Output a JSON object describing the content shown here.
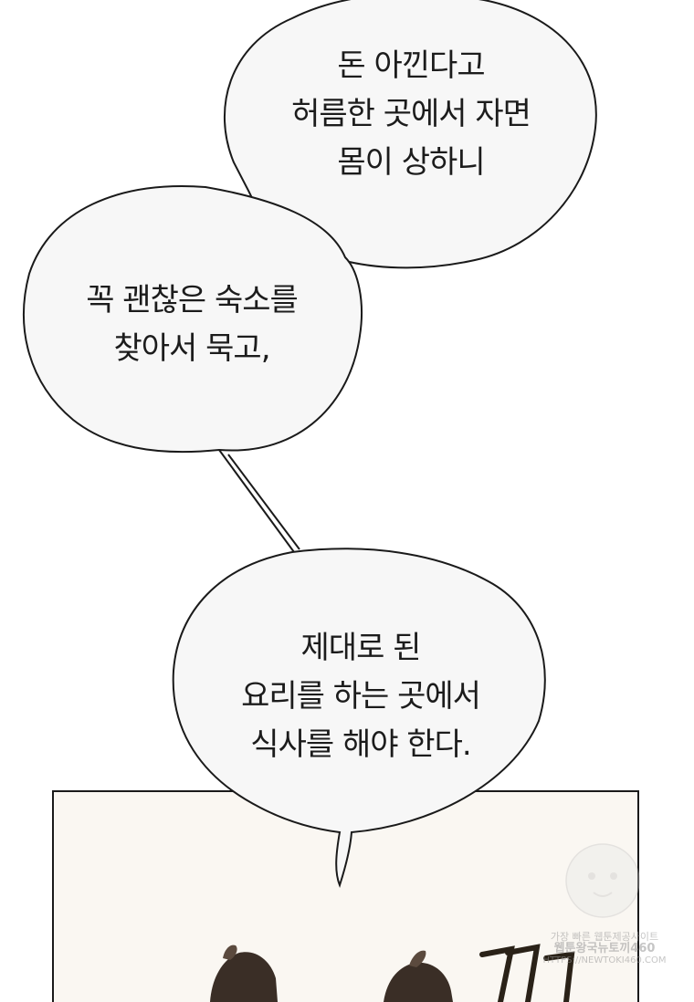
{
  "bubbles": {
    "top": {
      "lines": [
        "돈 아낀다고",
        "허름한 곳에서 자면",
        "몸이 상하니"
      ]
    },
    "middle": {
      "lines": [
        "꼭 괜찮은 숙소를",
        "찾아서 묵고,"
      ]
    },
    "bottom": {
      "lines": [
        "제대로 된",
        "요리를 하는 곳에서",
        "식사를 해야 한다."
      ]
    }
  },
  "watermark": {
    "line1": "가장 빠른 웹툰제공사이트",
    "line2": "웹툰왕국뉴토끼460",
    "line3": "HTTPS://NEWTOKI460.COM"
  },
  "colors": {
    "bubble_fill": "#f7f7f7",
    "bubble_stroke": "#1a1a1a",
    "text": "#1c1c1c",
    "panel_bg": "#faf7f2",
    "hair": "#3a2e26",
    "sfx": "#2a2218"
  }
}
